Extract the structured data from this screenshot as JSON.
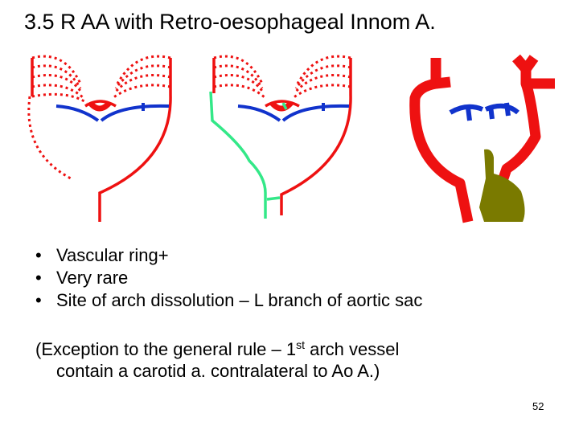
{
  "title": "3.5 R AA with Retro-oesophageal Innom A.",
  "bullets": [
    "Vascular ring+",
    "Very rare",
    "Site of arch dissolution – L branch of aortic sac"
  ],
  "bullet_symbol": "•",
  "note": {
    "line1_before": "(Exception to the general rule – 1",
    "line1_sup": "st",
    "line1_after": " arch vessel",
    "line2": "contain a carotid a. contralateral to Ao A.)"
  },
  "page_number": "52",
  "colors": {
    "artery": "#ee1111",
    "vein": "#1133cc",
    "oesophagus_trachea": "#33e888",
    "oesophagus_fill": "#7a7a00"
  }
}
